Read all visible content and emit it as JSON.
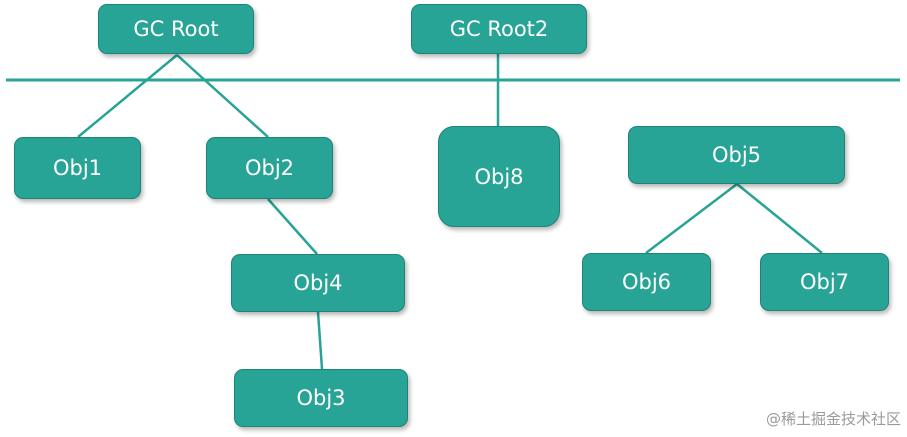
{
  "nodes": {
    "gc_root": "GC Root",
    "gc_root2": "GC Root2",
    "obj1": "Obj1",
    "obj2": "Obj2",
    "obj3": "Obj3",
    "obj4": "Obj4",
    "obj5": "Obj5",
    "obj6": "Obj6",
    "obj7": "Obj7",
    "obj8": "Obj8"
  },
  "edges": [
    [
      "gc_root",
      "obj1"
    ],
    [
      "gc_root",
      "obj2"
    ],
    [
      "obj2",
      "obj4"
    ],
    [
      "obj4",
      "obj3"
    ],
    [
      "gc_root2",
      "obj8"
    ],
    [
      "obj5",
      "obj6"
    ],
    [
      "obj5",
      "obj7"
    ]
  ],
  "watermark": "@稀土掘金技术社区",
  "colors": {
    "node_fill": "#27A495",
    "node_border": "#1F8377",
    "line": "#27A495"
  }
}
